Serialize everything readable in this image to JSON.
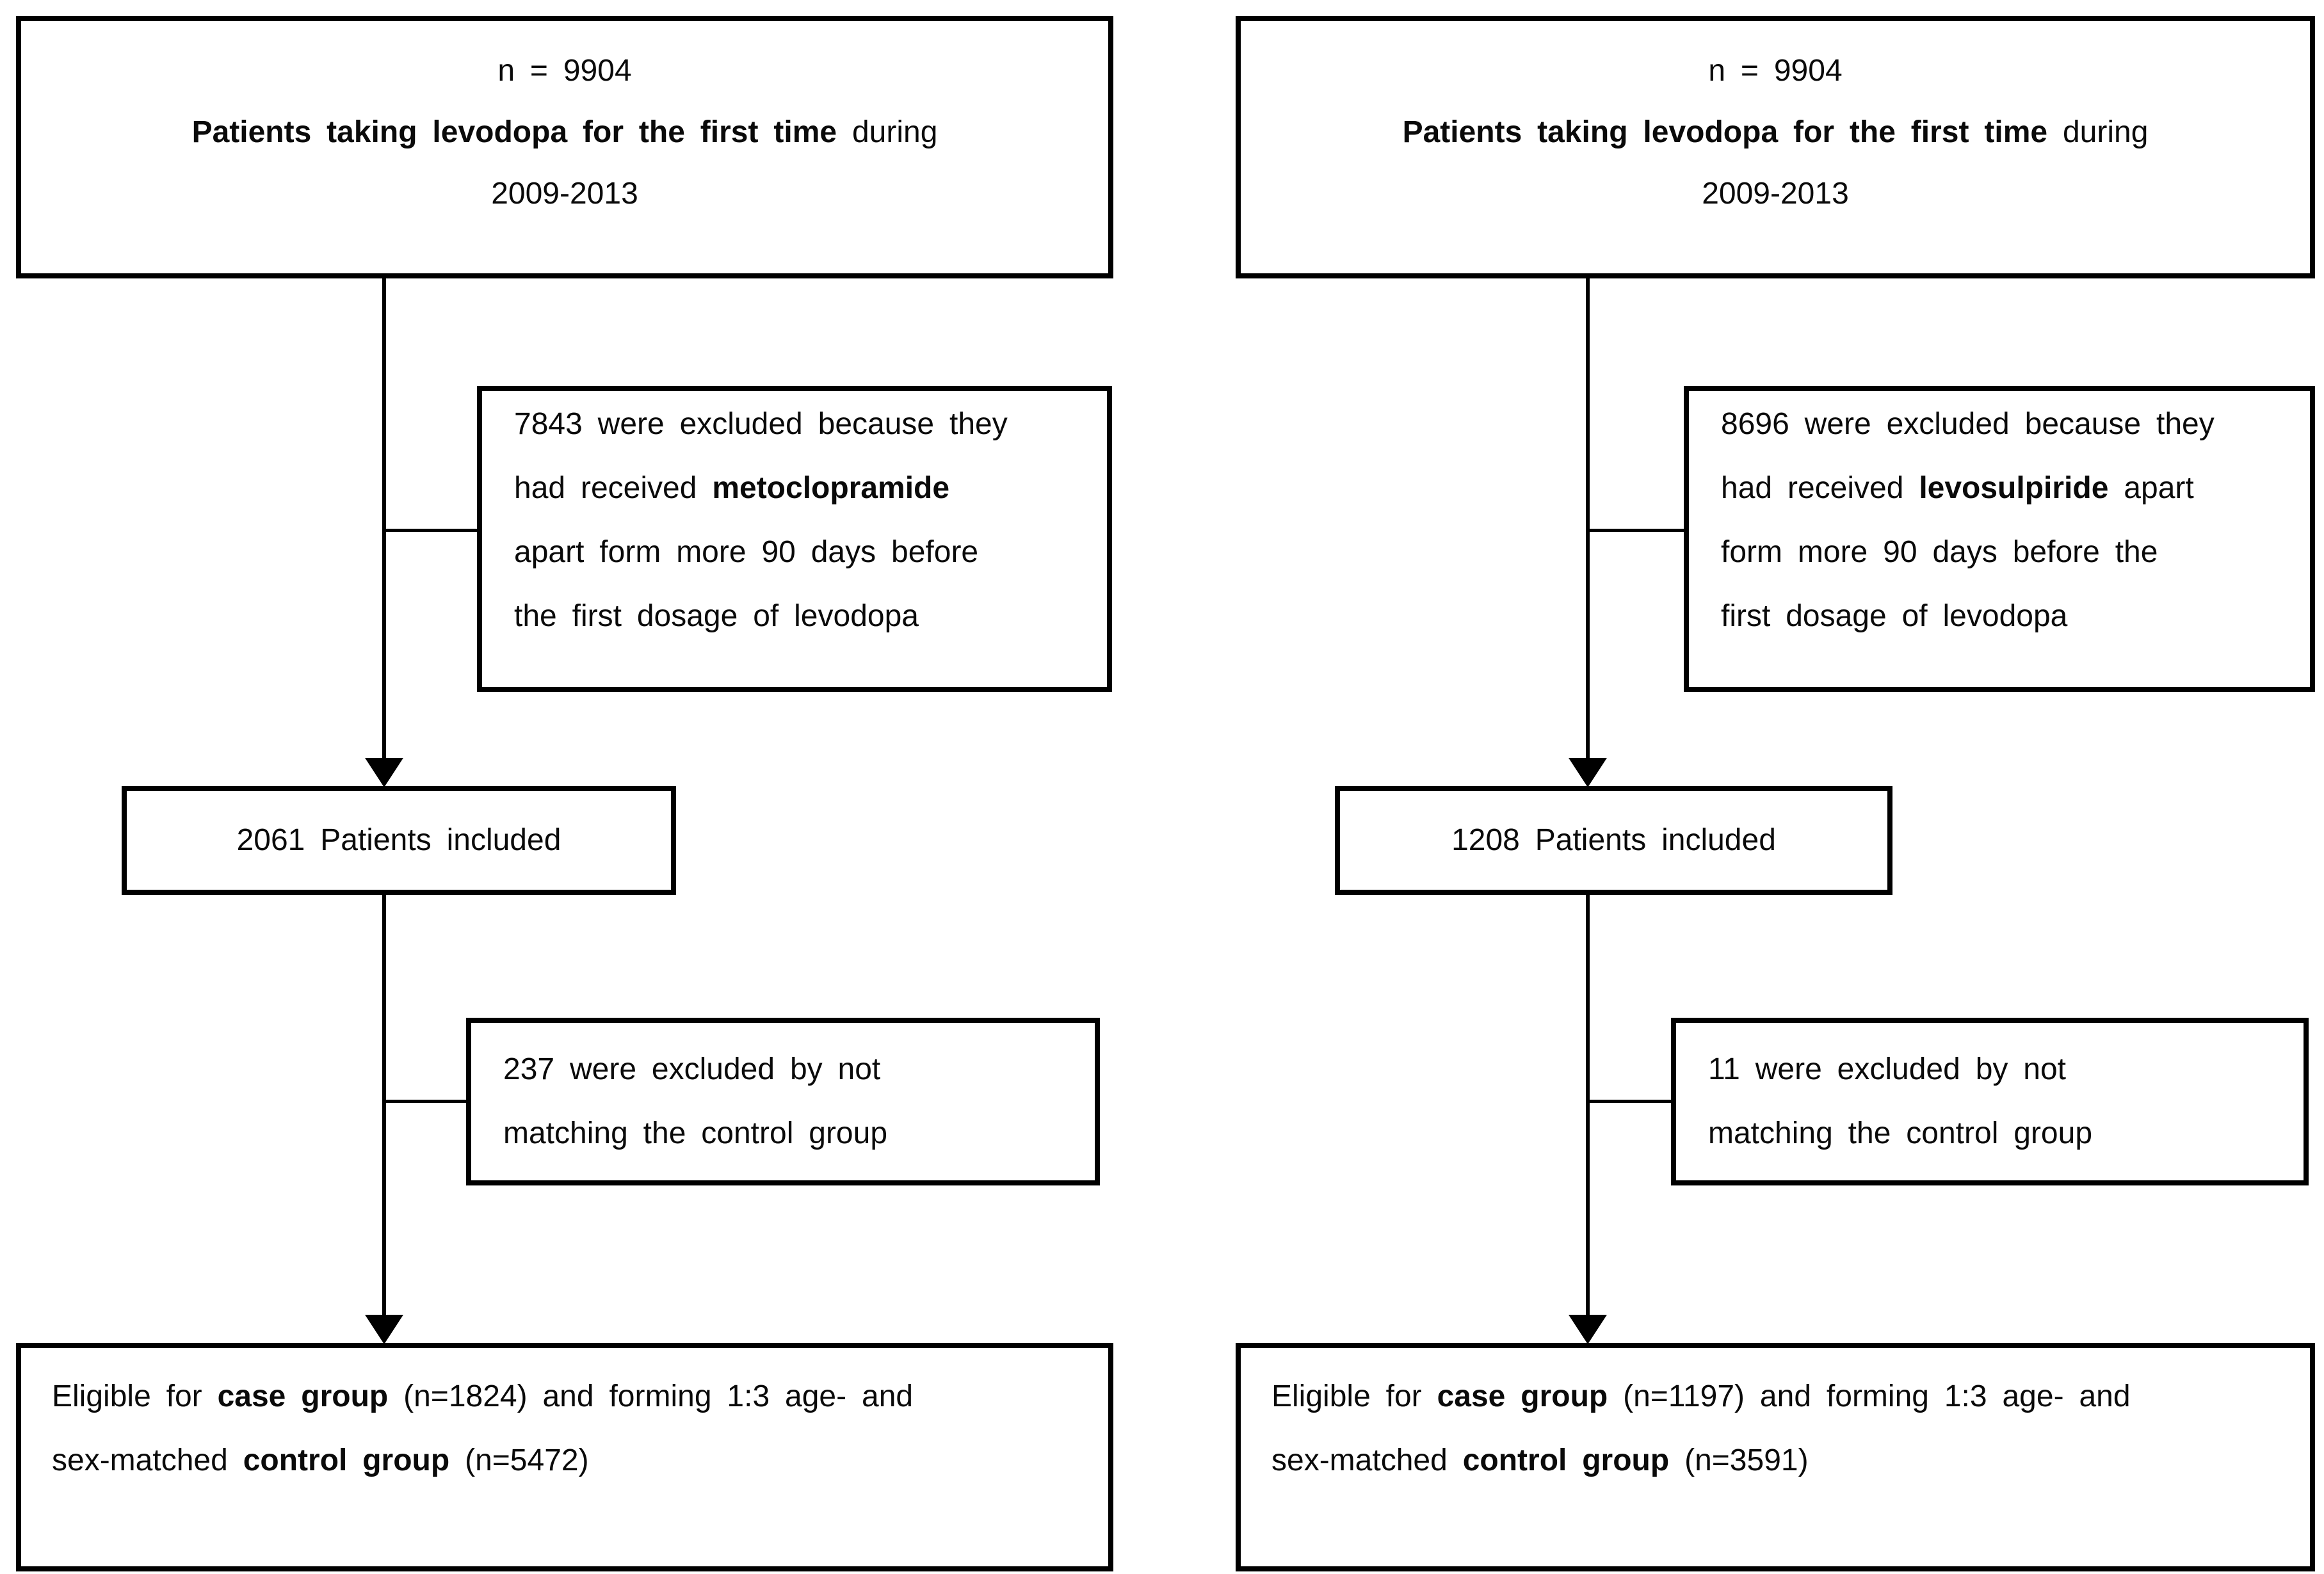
{
  "left": {
    "top": {
      "l1": "n = 9904",
      "l2_bold": "Patients taking levodopa for the first time",
      "l2_rest": " during",
      "l3": "2009-2013"
    },
    "excl1": {
      "l1": "7843 were excluded because they",
      "l2_pre": "had received ",
      "l2_bold": "metoclopramide",
      "l2_post": "",
      "l3": "apart form more 90 days before",
      "l4": "the first dosage of levodopa"
    },
    "included": "2061 Patients included",
    "excl2": {
      "l1": "237 were excluded by not",
      "l2": "matching the control group"
    },
    "final": {
      "l1_pre": "Eligible for ",
      "l1_bold": "case group",
      "l1_post": " (n=1824) and forming 1:3 age- and",
      "l2_pre": "sex-matched ",
      "l2_bold": "control group",
      "l2_post": " (n=5472)"
    }
  },
  "right": {
    "top": {
      "l1": "n = 9904",
      "l2_bold": "Patients taking levodopa for the first time",
      "l2_rest": " during",
      "l3": "2009-2013"
    },
    "excl1": {
      "l1": "8696 were excluded because they",
      "l2_pre": "had received ",
      "l2_bold": "levosulpiride",
      "l2_post": " apart",
      "l3": "form more 90 days before the",
      "l4": "first dosage of levodopa"
    },
    "included": "1208 Patients included",
    "excl2": {
      "l1": "11 were excluded by not",
      "l2": "matching the control group"
    },
    "final": {
      "l1_pre": "Eligible for ",
      "l1_bold": "case group",
      "l1_post": " (n=1197) and forming 1:3 age- and",
      "l2_pre": "sex-matched ",
      "l2_bold": "control group",
      "l2_post": " (n=3591)"
    }
  },
  "colors": {
    "border": "#000000",
    "background": "#ffffff",
    "text": "#0a0a0a"
  }
}
